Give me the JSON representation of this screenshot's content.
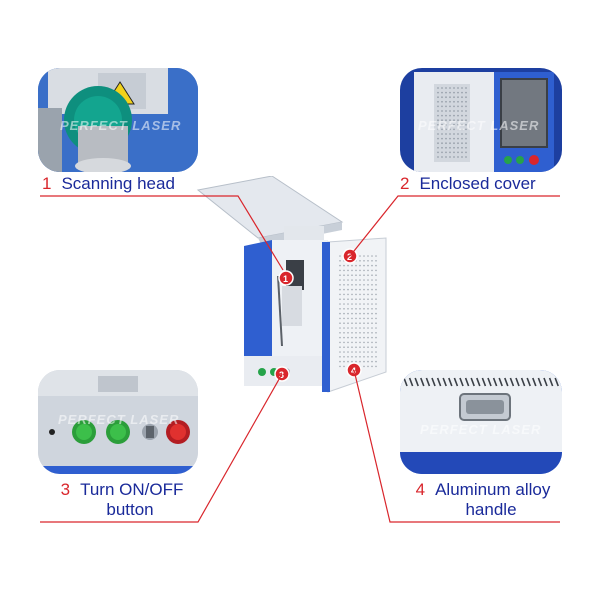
{
  "watermark": "PERFECT LASER",
  "callouts": [
    {
      "num": "1",
      "text": "Scanning head"
    },
    {
      "num": "2",
      "text": "Enclosed cover"
    },
    {
      "num": "3",
      "line1": "Turn ON/OFF",
      "line2": "button"
    },
    {
      "num": "4",
      "line1": "Aluminum alloy",
      "line2": "handle"
    }
  ],
  "colors": {
    "accent_red": "#d9262c",
    "label_blue": "#1a2a9a",
    "machine_blue": "#2f5fd0",
    "machine_white": "#e8ecf2"
  }
}
